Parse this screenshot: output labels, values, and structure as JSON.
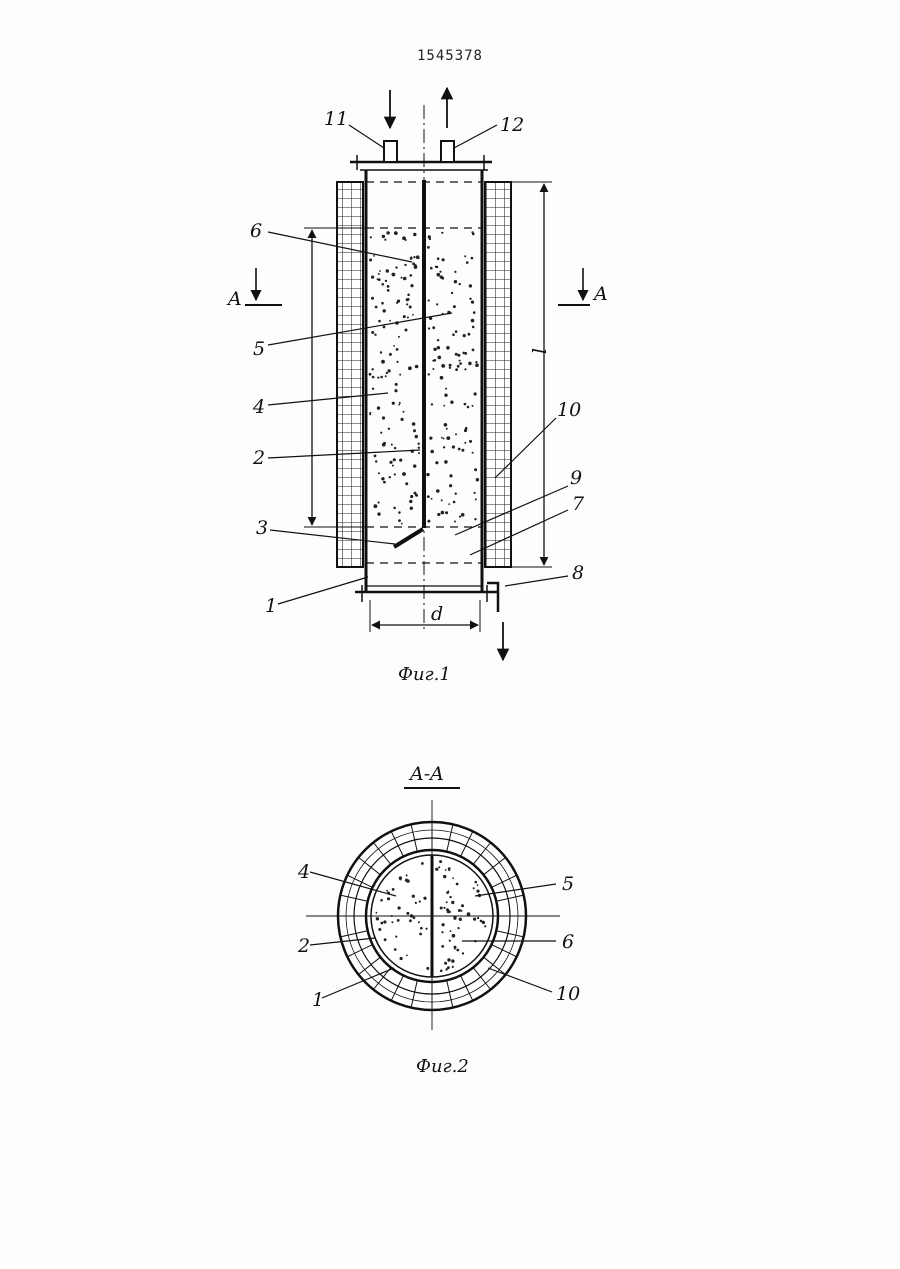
{
  "document": {
    "patent_number": "1545378",
    "fig1": {
      "caption": "Фиг.1",
      "section_mark": "A",
      "length_label": "l",
      "diameter_label": "d",
      "callouts": [
        "11",
        "12",
        "6",
        "5",
        "4",
        "2",
        "3",
        "1",
        "10",
        "9",
        "7",
        "8"
      ]
    },
    "fig2": {
      "section_title": "A-A",
      "caption": "Фиг.2",
      "callouts": [
        "4",
        "2",
        "1",
        "5",
        "6",
        "10"
      ]
    }
  }
}
